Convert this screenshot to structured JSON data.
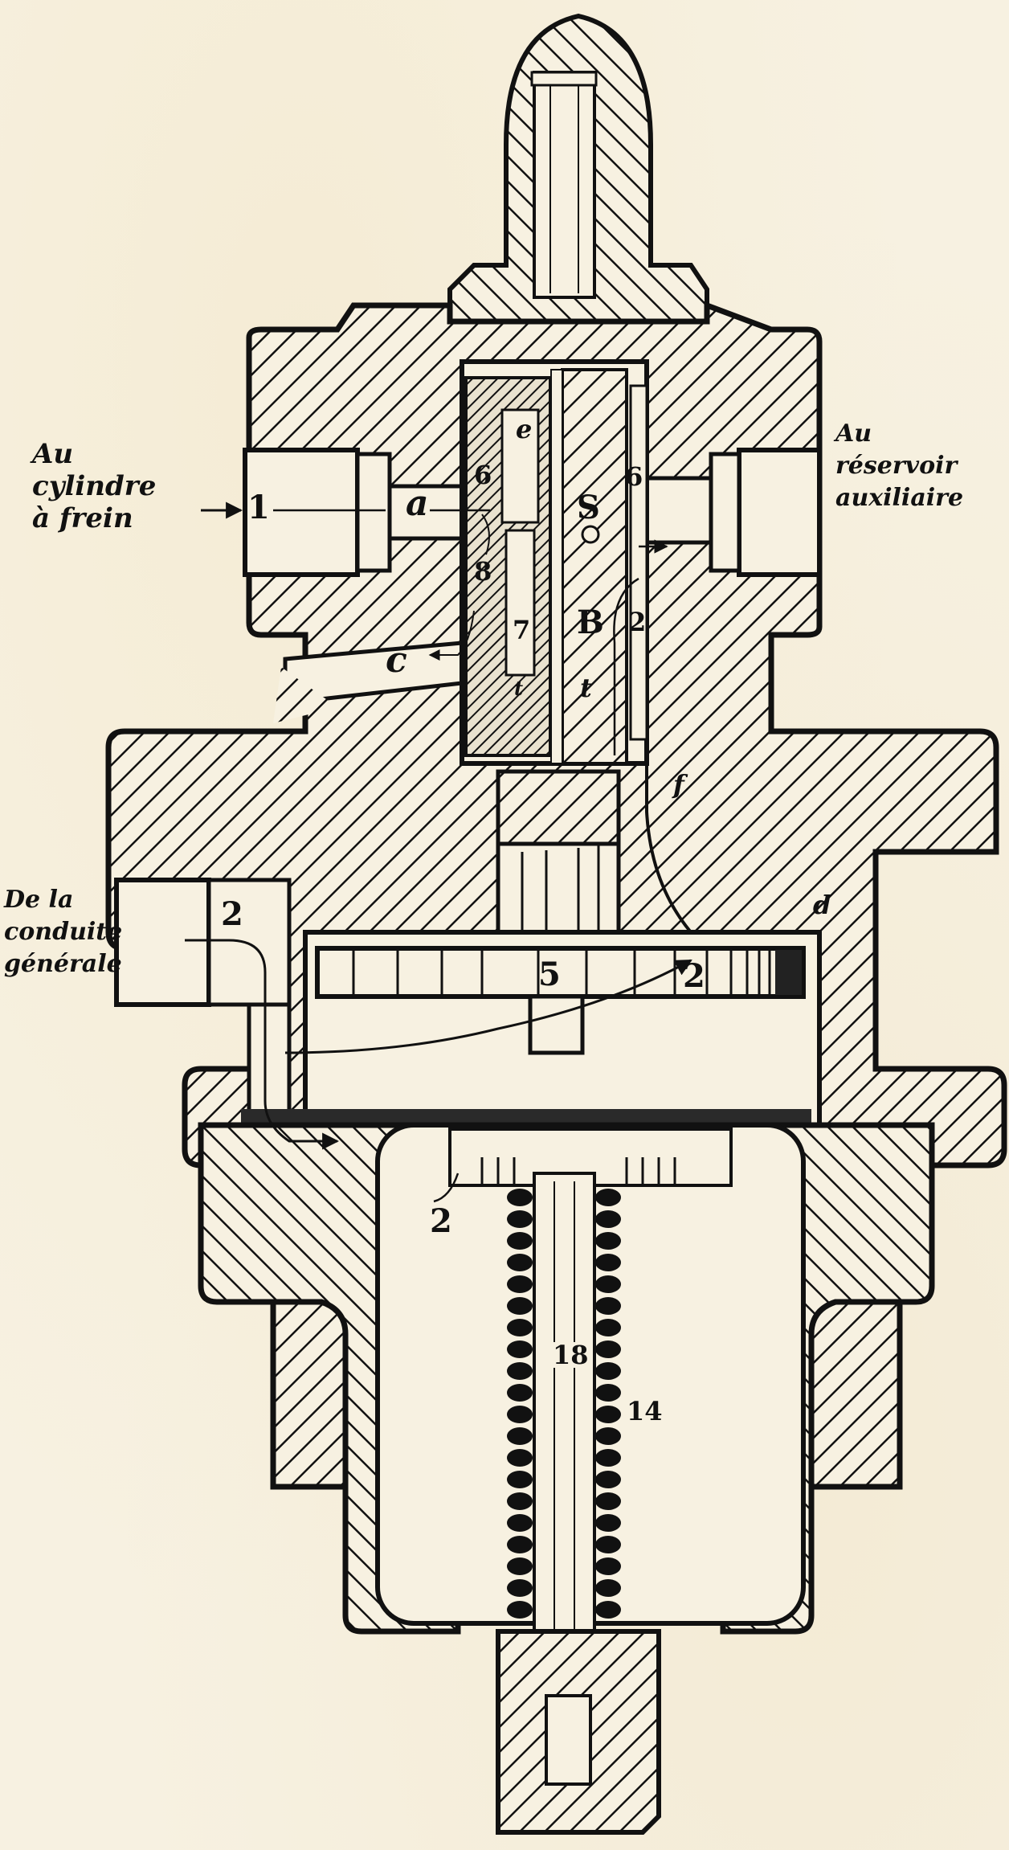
{
  "figure": {
    "title": "Coupe d'une triple valve (frein à air comprimé)",
    "external_labels": {
      "brake_cylinder": [
        "Au",
        "cylindre",
        "à frein"
      ],
      "aux_reservoir": [
        "Au",
        "réservoir",
        "auxiliaire"
      ],
      "main_pipe": [
        "De la",
        "conduite",
        "générale"
      ]
    },
    "part_labels": {
      "port_1": "1",
      "passage_a": "a",
      "passage_c": "c",
      "passage_e": "e",
      "slide_valve_S": "S",
      "slide_valve_B": "B",
      "num_6": "6",
      "num_6_left": "6",
      "num_8": "8",
      "num_7": "7",
      "num_2_valve": "2",
      "letter_t": "t",
      "letter_t_small": "t",
      "letter_f": "f",
      "piston_5": "5",
      "letter_d": "d",
      "flow_2_inlet": "2",
      "flow_2_chamber": "2",
      "flow_2_lower": "2",
      "stem_18": "18",
      "spring_14": "14"
    },
    "colors": {
      "ink": "#111111",
      "paper": "#f7f1e1",
      "hatch": "#1a1a1a"
    }
  }
}
